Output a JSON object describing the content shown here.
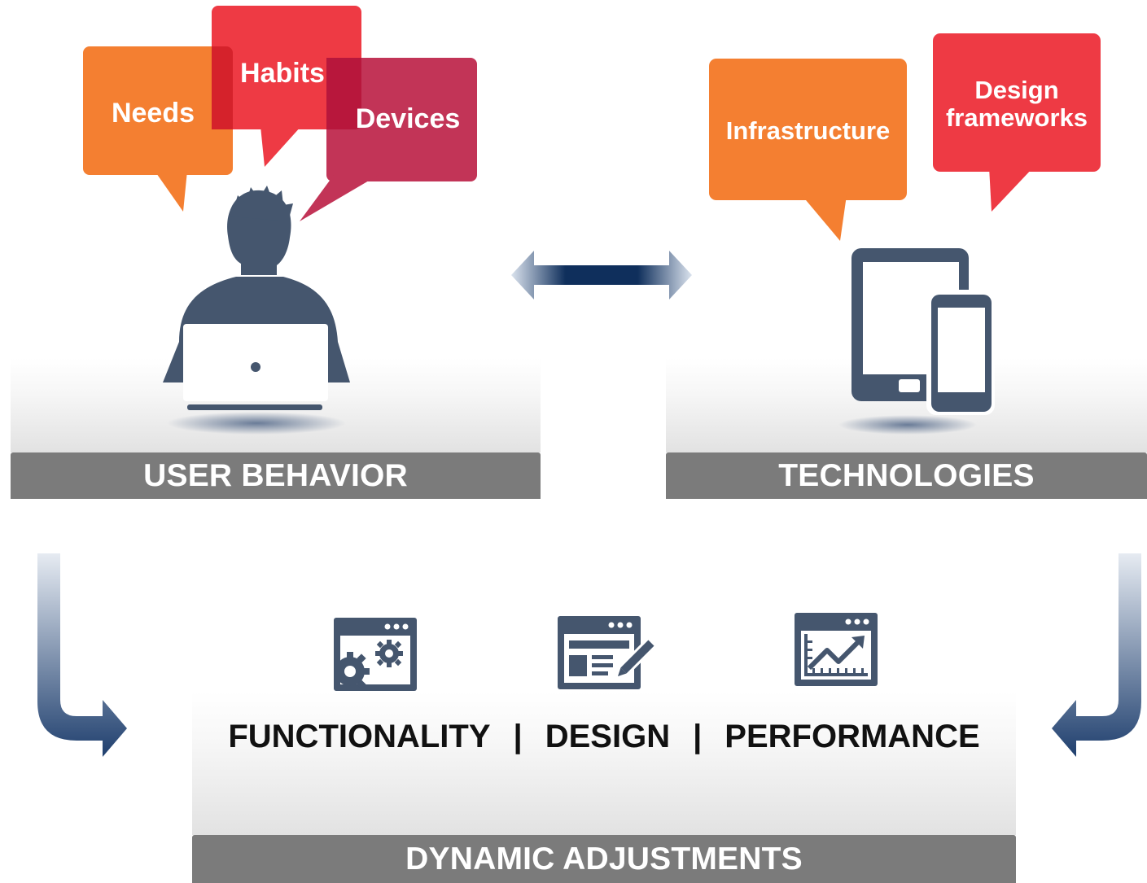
{
  "user_behavior": {
    "label": "USER BEHAVIOR",
    "bubbles": {
      "needs": "Needs",
      "habits": "Habits",
      "devices": "Devices"
    }
  },
  "technologies": {
    "label": "TECHNOLOGIES",
    "bubbles": {
      "infrastructure": "Infrastructure",
      "design_frameworks": "Design frameworks"
    }
  },
  "dynamic": {
    "label": "DYNAMIC ADJUSTMENTS",
    "functionality": "FUNCTIONALITY",
    "design": "DESIGN",
    "performance": "PERFORMANCE",
    "separator": "|"
  },
  "colors": {
    "orange": "#F47F31",
    "red": "#EE3A44",
    "crimson": "#C23457",
    "navy": "#45566E",
    "bar_gray": "#7B7B7B",
    "arrow_blue": "#1F3F6E"
  }
}
